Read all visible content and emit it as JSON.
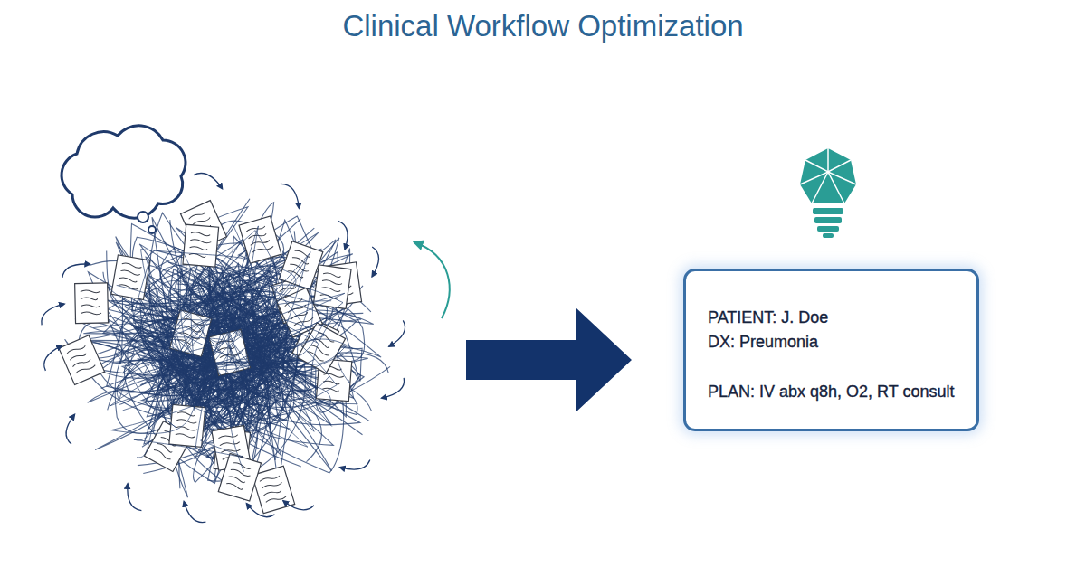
{
  "diagram": {
    "title": "Clinical Workflow Optimization",
    "nodes": [
      {
        "text": [
          "PATIENT: J. Doe",
          "DX: Preumonia",
          "PLAN: IV abx q8h, O2, RT consult"
        ]
      }
    ]
  }
}
